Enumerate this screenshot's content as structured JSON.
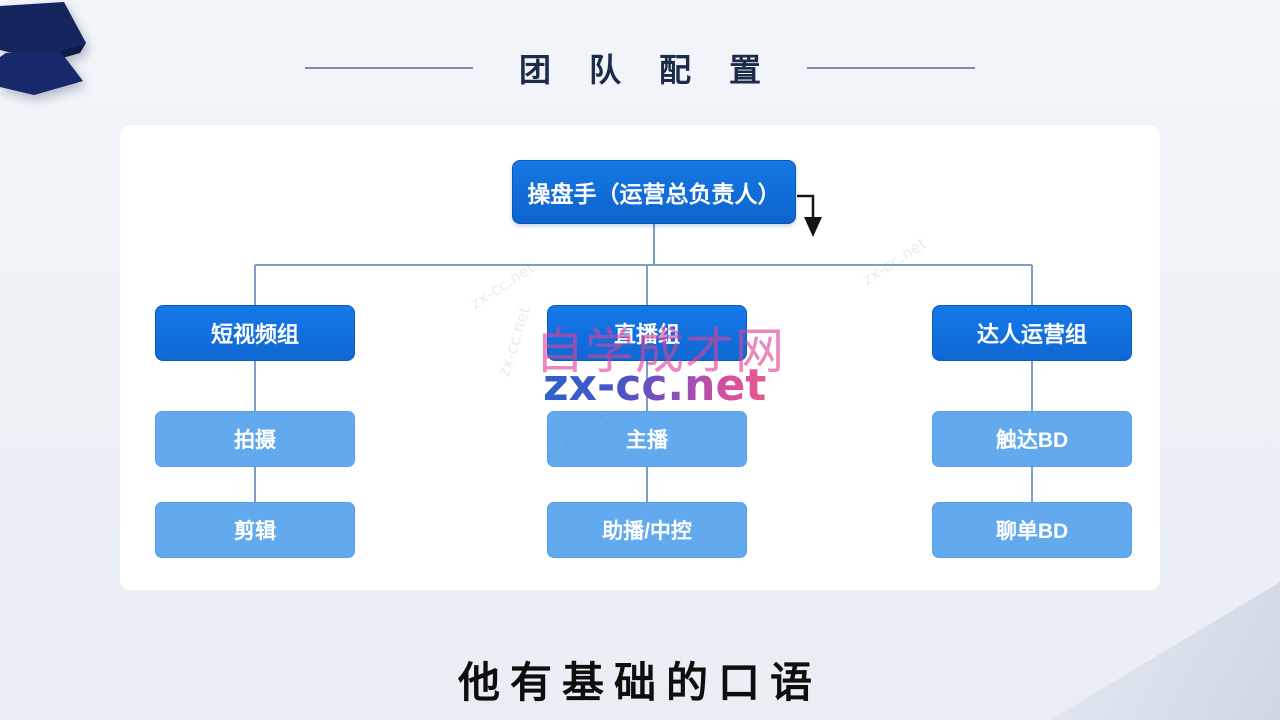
{
  "header": {
    "title": "团队配置"
  },
  "chart": {
    "type": "org-chart",
    "root": {
      "label": "操盘手（运营总负责人）"
    },
    "groups": [
      {
        "label": "短视频组",
        "children": [
          "拍摄",
          "剪辑"
        ]
      },
      {
        "label": "直播组",
        "children": [
          "主播",
          "助播/中控"
        ]
      },
      {
        "label": "达人运营组",
        "children": [
          "触达BD",
          "聊单BD"
        ]
      }
    ],
    "colors": {
      "root_fill": "#1170dc",
      "group_fill": "#1373e2",
      "child_fill": "#63a9ee",
      "connector": "#7e9ec6",
      "ribbon": "#15265f",
      "title_color": "#1c2b4a"
    }
  },
  "watermark": {
    "line1": "自学成才网",
    "line2": "zx-cc.net",
    "faint": "zx-cc.net"
  },
  "subtitle": {
    "text": "他有基础的口语"
  }
}
